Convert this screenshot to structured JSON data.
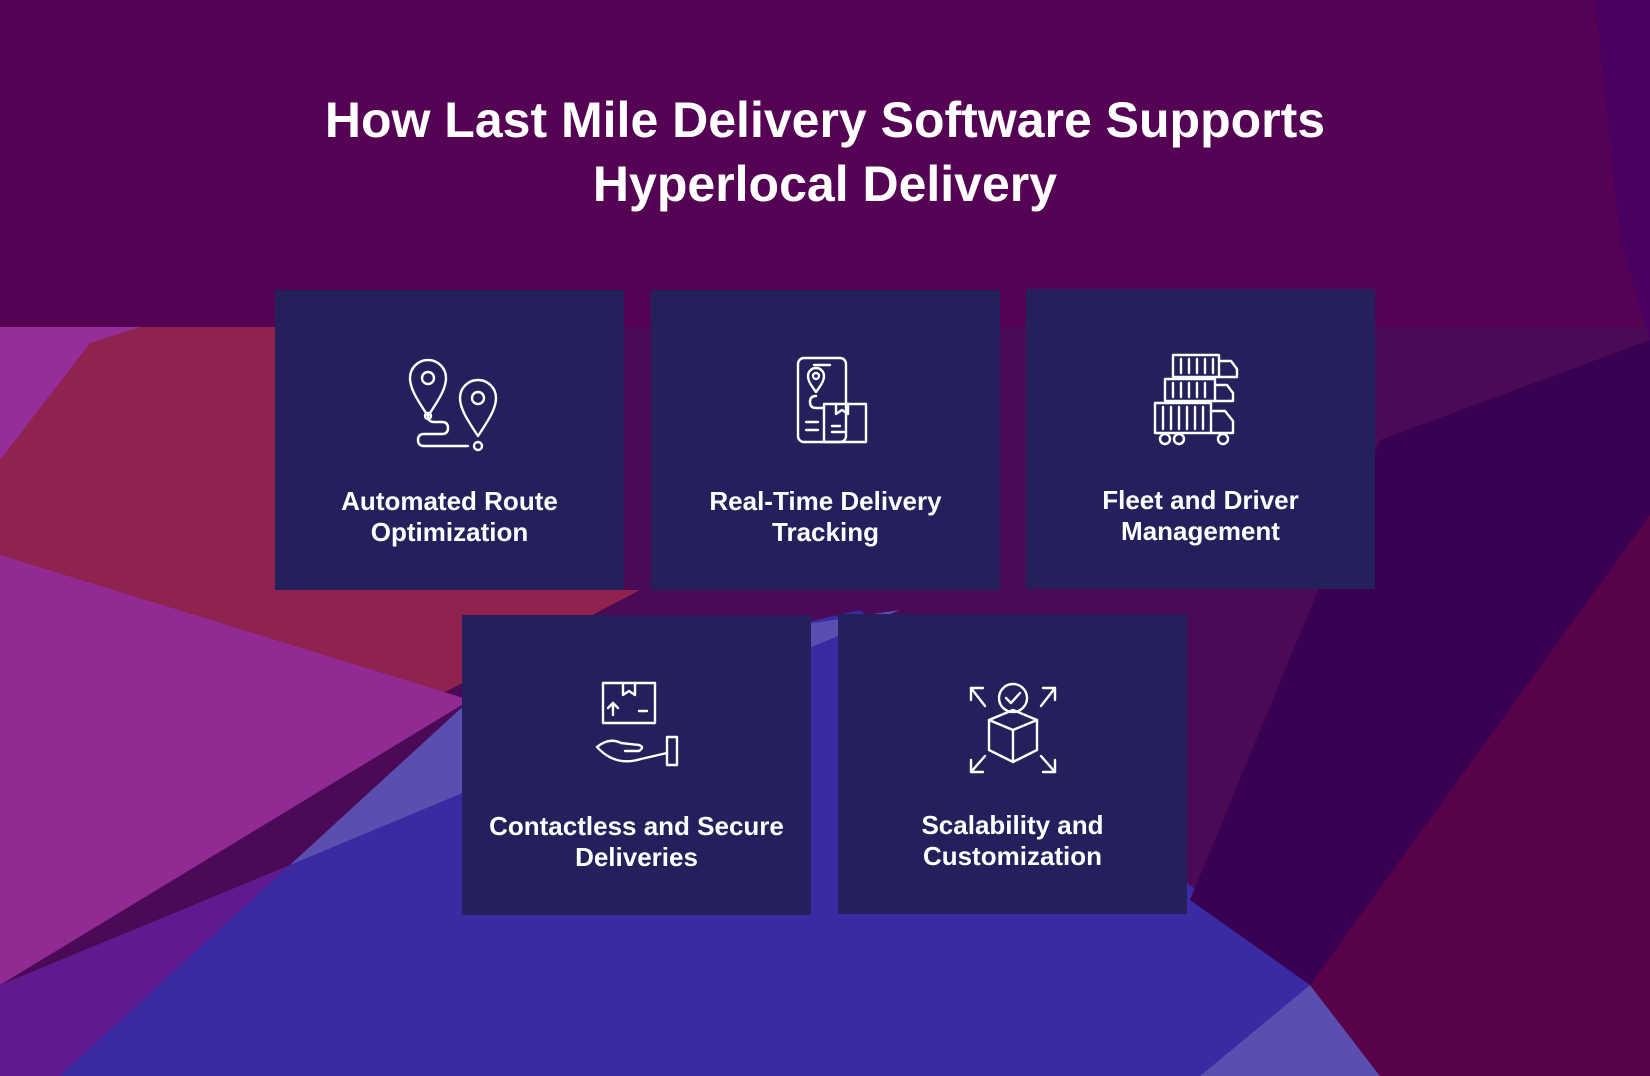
{
  "page": {
    "title_line1": "How Last Mile Delivery Software Supports",
    "title_line2": "Hyperlocal Delivery"
  },
  "colors": {
    "background": "#560254",
    "card": "#23205c",
    "text": "#ffffff"
  },
  "cards": [
    {
      "line1": "Automated Route",
      "line2": "Optimization",
      "icon": "route-pins-icon"
    },
    {
      "line1": "Real-Time Delivery",
      "line2": "Tracking",
      "icon": "phone-tracking-icon"
    },
    {
      "line1": "Fleet and Driver",
      "line2": "Management",
      "icon": "truck-fleet-icon"
    },
    {
      "line1": "Contactless and Secure",
      "line2": "Deliveries",
      "icon": "hand-package-icon"
    },
    {
      "line1": "Scalability and",
      "line2": "Customization",
      "icon": "scalable-box-icon"
    }
  ]
}
